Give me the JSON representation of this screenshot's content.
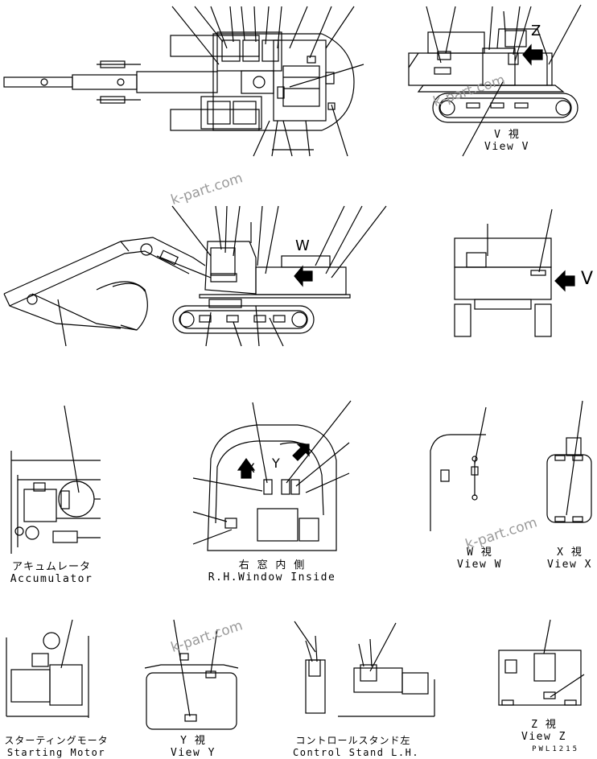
{
  "drawing": {
    "code": "PWL1215",
    "watermark": "k-part.com",
    "arrow_letters": {
      "v": "V",
      "w": "W",
      "x": "X",
      "y": "Y",
      "z": "Z"
    }
  },
  "captions": {
    "view_v": {
      "jp": "V 視",
      "en": "View V"
    },
    "accumulator": {
      "jp": "アキュムレータ",
      "en": "Accumulator"
    },
    "rh_window": {
      "jp": "右 窓 内 側",
      "en": "R.H.Window Inside"
    },
    "view_w": {
      "jp": "W 視",
      "en": "View W"
    },
    "view_x": {
      "jp": "X 視",
      "en": "View X"
    },
    "starting_motor": {
      "jp": "スターティングモータ",
      "en": "Starting Motor"
    },
    "view_y": {
      "jp": "Y 視",
      "en": "View Y"
    },
    "control_stand": {
      "jp": "コントロールスタンド左",
      "en": "Control Stand L.H."
    },
    "view_z": {
      "jp": "Z 視",
      "en": "View Z"
    }
  }
}
